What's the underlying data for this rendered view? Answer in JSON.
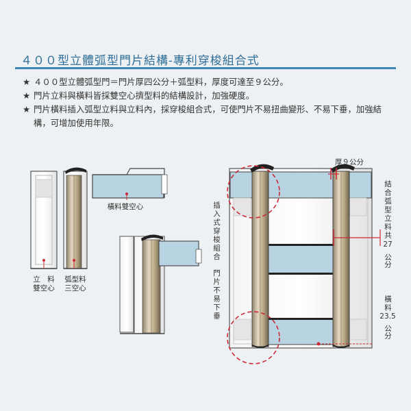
{
  "header": {
    "title": "４００型立體弧型門片結構-專利穿梭組合式"
  },
  "features": [
    {
      "bullet": "★",
      "text": "４００型立體弧型門＝門片厚四公分＋弧型料，厚度可達至９公分。"
    },
    {
      "bullet": "★",
      "text": "門片立料與橫料皆採雙空心擠型料的結構設計，加強硬度。"
    },
    {
      "bullet": "★",
      "text": "門片橫料插入弧型立料與立料內，採穿梭組合式，可使門片不易扭曲變形、不易下垂，加強結構，可增加使用年限。"
    }
  ],
  "labels": {
    "crossbar_double_hollow": "橫料雙空心",
    "stile_line1": "立　料",
    "stile_line2": "雙空心",
    "arc_line1": "弧型料",
    "arc_line2": "三空心",
    "insert_vertical": "插入式穿梭組合",
    "no_sag_vertical": "門片不易下垂",
    "thickness": "厚９公分",
    "combined_vertical": "結合弧型立料共",
    "combined_value": "27",
    "combined_unit": "公分",
    "crossbar_word": "橫料",
    "crossbar_value": "23.5",
    "crossbar_unit": "公分"
  },
  "colors": {
    "accent": "#3b86b4",
    "title": "#2f6f99",
    "red": "#cc2a36",
    "glass": "#b8d3e2",
    "tube": "#c9b89a"
  }
}
